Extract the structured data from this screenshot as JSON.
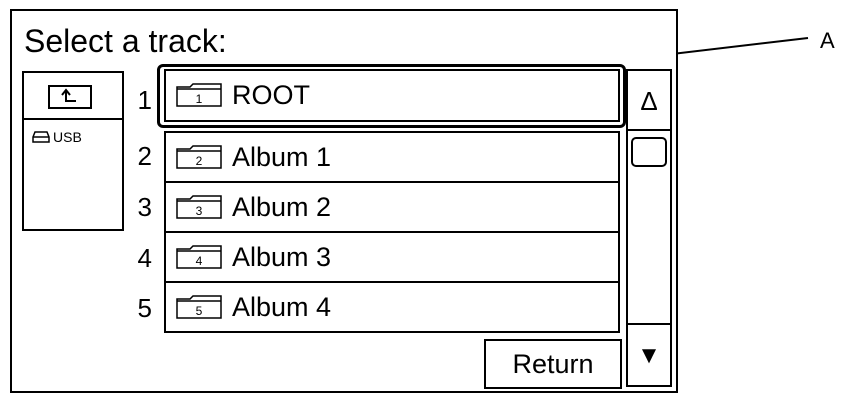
{
  "screen": {
    "title": "Select a track:"
  },
  "source_panel": {
    "up_icon": "folder-up-icon",
    "device_icon": "usb-drive-icon",
    "device_label": "USB"
  },
  "tracks": [
    {
      "number": "1",
      "folder_number": "1",
      "name": "ROOT",
      "selected": true
    },
    {
      "number": "2",
      "folder_number": "2",
      "name": "Album 1"
    },
    {
      "number": "3",
      "folder_number": "3",
      "name": "Album 2"
    },
    {
      "number": "4",
      "folder_number": "4",
      "name": "Album 3"
    },
    {
      "number": "5",
      "folder_number": "5",
      "name": "Album 4"
    }
  ],
  "scrollbar": {
    "up_glyph": "Δ",
    "down_glyph": "▼"
  },
  "buttons": {
    "return_label": "Return"
  },
  "annotation": {
    "callout_label": "A"
  }
}
